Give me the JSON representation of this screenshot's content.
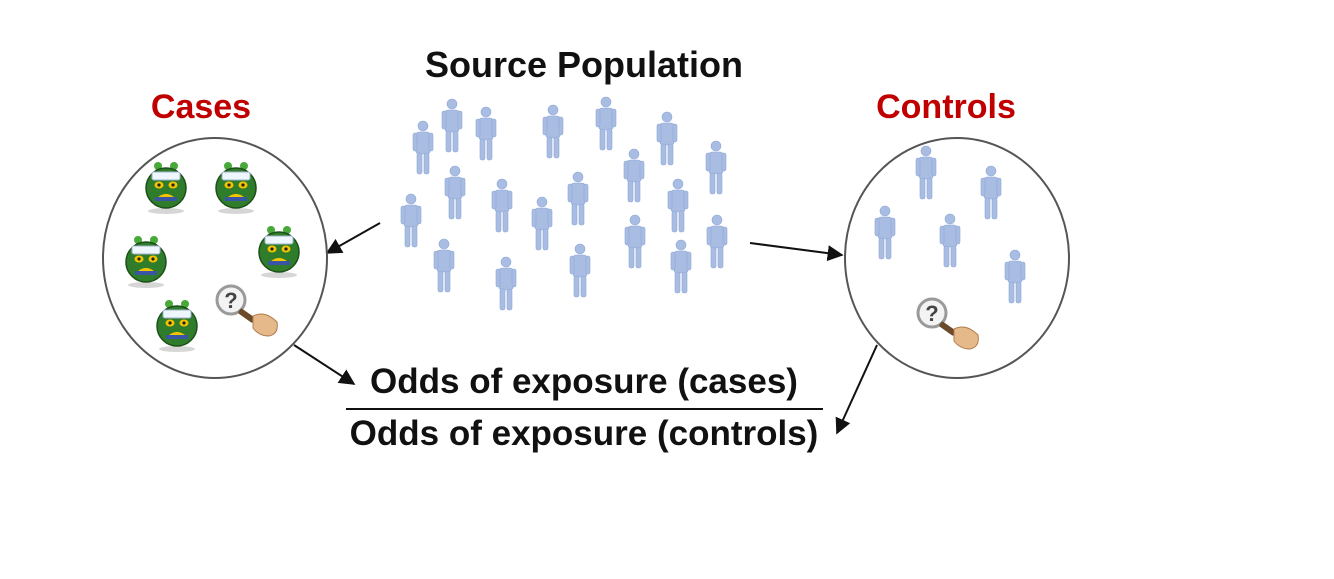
{
  "titles": {
    "source_population": "Source Population",
    "cases": "Cases",
    "controls": "Controls"
  },
  "formula": {
    "numerator": "Odds of exposure (cases)",
    "denominator": "Odds of exposure (controls)"
  },
  "colors": {
    "group_label": "#c00000",
    "person_figure": "#a9bde3",
    "sick_face": "#2f7d2a",
    "arrow": "#111111"
  },
  "icons": {
    "population_figure": "person-icon",
    "case_figure": "sick-face-icon",
    "investigation": "magnifying-glass-icon"
  }
}
